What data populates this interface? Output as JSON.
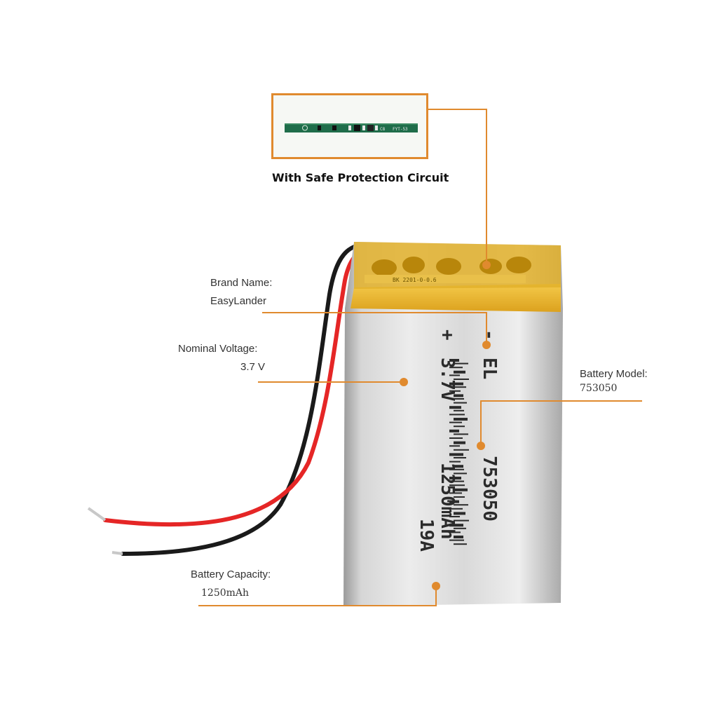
{
  "colors": {
    "accent": "#e08a2e",
    "tape": "#e8b62a",
    "wire_red": "#e52626",
    "wire_black": "#1a1a1a",
    "pcb": "#1f6d4a"
  },
  "protection": {
    "caption": "With Safe Protection Circuit",
    "pcb_mark_left": "C8",
    "pcb_mark_right": "FYT-53"
  },
  "brand": {
    "label": "Brand Name:",
    "value": "EasyLander"
  },
  "voltage": {
    "label": "Nominal Voltage:",
    "value": "3.7 V"
  },
  "model": {
    "label": "Battery Model:",
    "value": "753050"
  },
  "capacity": {
    "label": "Battery Capacity:",
    "value": "1250mAh"
  },
  "cell_print": {
    "plus": "+",
    "minus": "-",
    "logo": "EL",
    "voltage": "3.7V",
    "model": "753050",
    "capacity": "1250mAh",
    "date": "19A",
    "pcb_code": "BK 2201-0-0.6"
  }
}
